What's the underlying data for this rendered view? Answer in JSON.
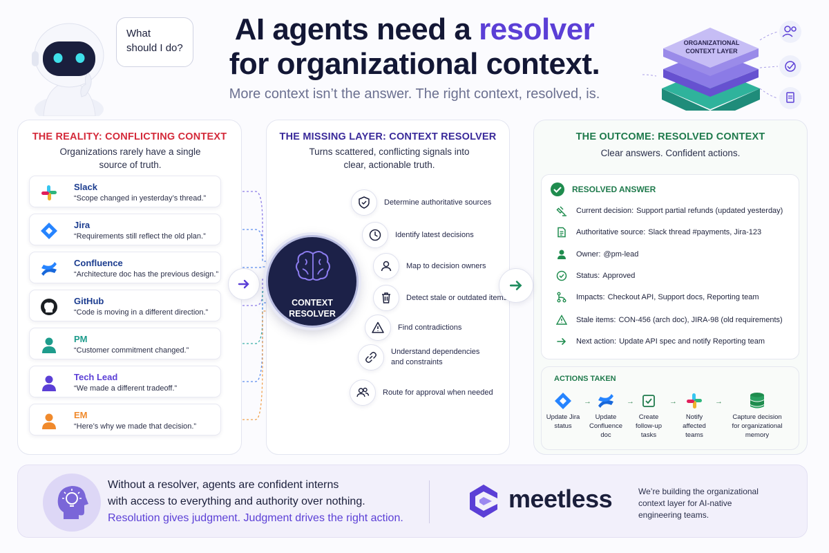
{
  "header": {
    "title_part1": "AI agents need a ",
    "title_highlight": "resolver",
    "title_line2": "for organizational context.",
    "subtitle": "More context isn’t the answer. The right context, resolved, is.",
    "robot_bubble": "What should I do?",
    "stack_label": "ORGANIZATIONAL CONTEXT LAYER"
  },
  "colors": {
    "accent": "#5b3fd6",
    "red": "#d42a3a",
    "green": "#1f7a4c",
    "navy": "#1b1f3b"
  },
  "left": {
    "heading": "THE REALITY: CONFLICTING CONTEXT",
    "desc": "Organizations rarely have a single source of truth.",
    "cards": [
      {
        "name": "Slack",
        "quote": "“Scope changed in yesterday’s thread.”",
        "icon": "slack-icon"
      },
      {
        "name": "Jira",
        "quote": "“Requirements still reflect the old plan.”",
        "icon": "jira-icon"
      },
      {
        "name": "Confluence",
        "quote": "“Architecture doc has the previous design.”",
        "icon": "confluence-icon"
      },
      {
        "name": "GitHub",
        "quote": "“Code is moving in a different direction.”",
        "icon": "github-icon"
      },
      {
        "name": "PM",
        "quote": "“Customer commitment changed.”",
        "icon": "person-icon"
      },
      {
        "name": "Tech Lead",
        "quote": "“We made a different tradeoff.”",
        "icon": "person-icon"
      },
      {
        "name": "EM",
        "quote": "“Here’s why we made that decision.”",
        "icon": "person-icon"
      }
    ]
  },
  "middle": {
    "heading": "THE MISSING LAYER: CONTEXT RESOLVER",
    "desc": "Turns scattered, conflicting signals into clear, actionable truth.",
    "core_line1": "CONTEXT",
    "core_line2": "RESOLVER",
    "steps": [
      {
        "label": "Determine authoritative sources",
        "icon": "shield-check-icon"
      },
      {
        "label": "Identify latest decisions",
        "icon": "clock-icon"
      },
      {
        "label": "Map to decision owners",
        "icon": "person-icon"
      },
      {
        "label": "Detect stale or outdated items",
        "icon": "trash-icon"
      },
      {
        "label": "Find contradictions",
        "icon": "warning-icon"
      },
      {
        "label": "Understand dependencies",
        "label2": "and constraints",
        "icon": "link-icon"
      },
      {
        "label": "Route for approval when needed",
        "icon": "people-icon"
      }
    ]
  },
  "right": {
    "heading": "THE OUTCOME: RESOLVED CONTEXT",
    "desc": "Clear answers. Confident actions.",
    "answer_title": "RESOLVED ANSWER",
    "rows": [
      {
        "key": "Current decision:",
        "value": "Support partial refunds (updated yesterday)",
        "icon": "gavel-icon"
      },
      {
        "key": "Authoritative source:",
        "value": "Slack thread #payments, Jira-123",
        "icon": "document-icon"
      },
      {
        "key": "Owner:",
        "value": "@pm-lead",
        "icon": "person-icon"
      },
      {
        "key": "Status:",
        "value": "Approved",
        "icon": "check-circle-icon"
      },
      {
        "key": "Impacts:",
        "value": "Checkout API, Support docs, Reporting team",
        "icon": "branch-icon"
      },
      {
        "key": "Stale items:",
        "value": "CON-456 (arch doc), JIRA-98 (old requirements)",
        "icon": "warning-icon"
      },
      {
        "key": "Next action:",
        "value": "Update API spec and notify Reporting team",
        "icon": "arrow-right-icon"
      }
    ],
    "actions_title": "ACTIONS TAKEN",
    "actions": [
      {
        "lines": [
          "Update Jira",
          "status"
        ],
        "icon": "jira-icon"
      },
      {
        "lines": [
          "Update",
          "Confluence",
          "doc"
        ],
        "icon": "confluence-icon"
      },
      {
        "lines": [
          "Create",
          "follow-up",
          "tasks"
        ],
        "icon": "checkbox-icon"
      },
      {
        "lines": [
          "Notify",
          "affected",
          "teams"
        ],
        "icon": "slack-icon"
      },
      {
        "lines": [
          "Capture decision",
          "for organizational",
          "memory"
        ],
        "icon": "database-icon"
      }
    ]
  },
  "footer": {
    "line1": "Without a resolver, agents are confident interns",
    "line2": "with access to everything and authority over nothing.",
    "line3": "Resolution gives judgment. Judgment drives the right action.",
    "brand": "meetless",
    "tagline": "We’re building the organizational context layer for AI-native engineering teams."
  }
}
